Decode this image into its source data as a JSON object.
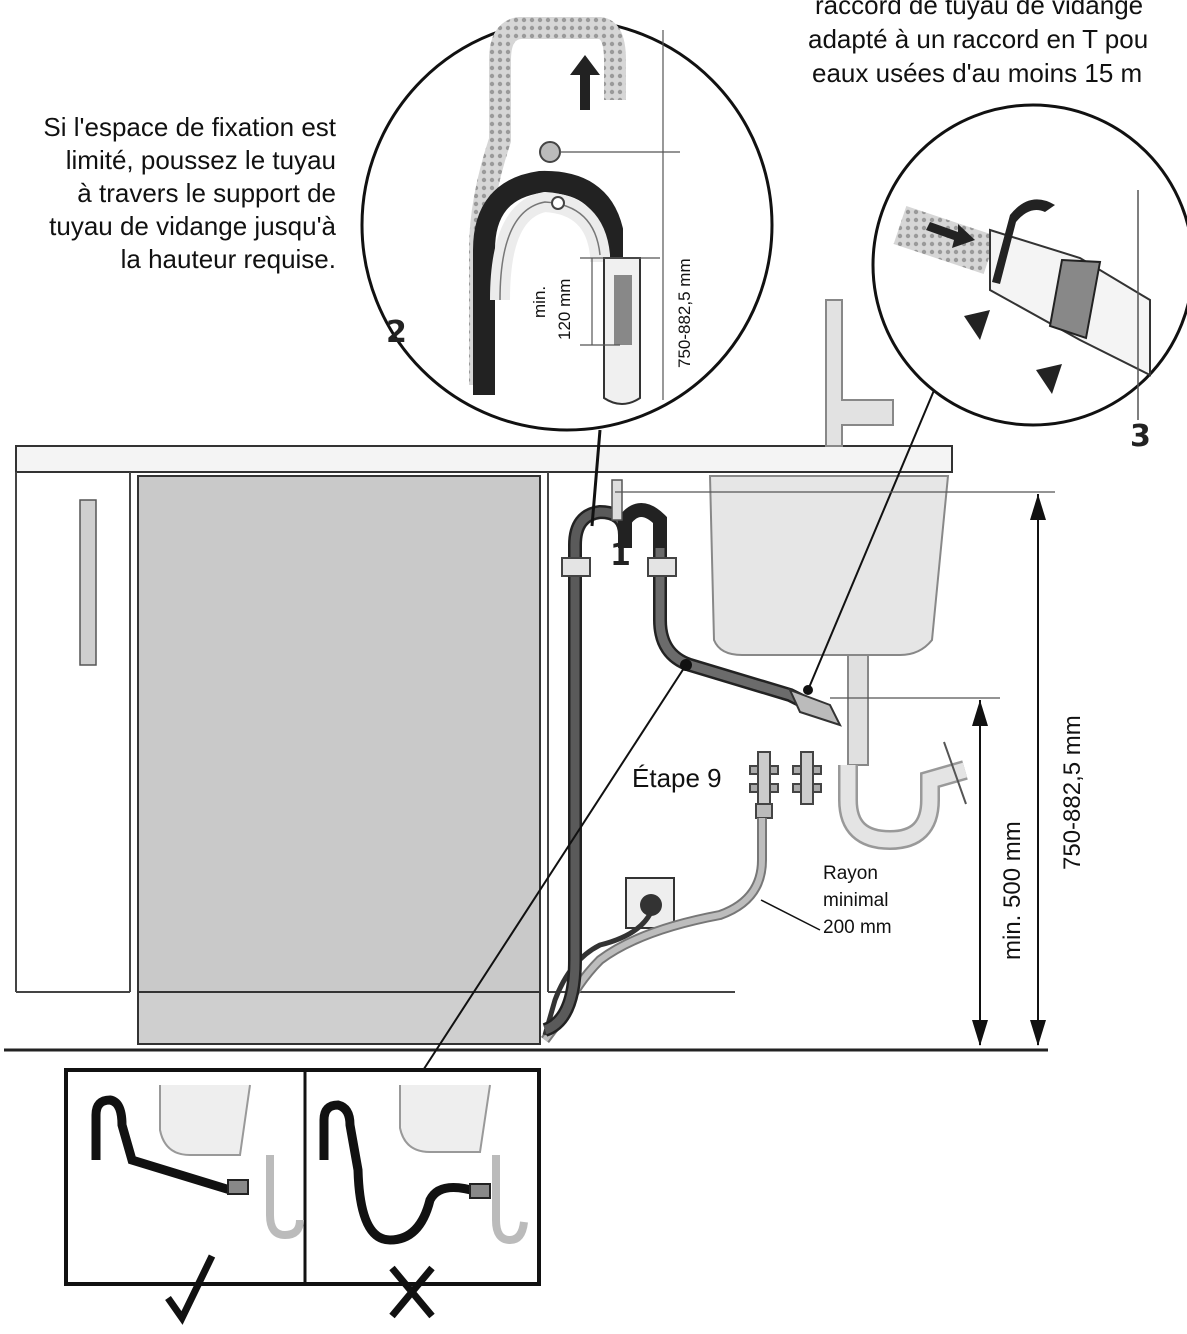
{
  "top_note": {
    "line1": "raccord de tuyau de vidange",
    "line2": "adapté à un raccord en T pou",
    "line3": "eaux usées d'au moins 15 m"
  },
  "left_note": {
    "line1": "Si l'espace de fixation est",
    "line2": "limité, poussez le tuyau",
    "line3": "à travers le support de",
    "line4": "tuyau de vidange jusqu'à",
    "line5": "la hauteur requise."
  },
  "detail_2": {
    "number": "2",
    "min_label": "min.",
    "min_value": "120 mm",
    "height": "750-882,5 mm"
  },
  "detail_3": {
    "number": "3"
  },
  "step_1": "1",
  "step_9": "Étape 9",
  "radius_note": {
    "line1": "Rayon",
    "line2": "minimal",
    "line3": "200 mm"
  },
  "dim_min_500": "min. 500 mm",
  "dim_total_height": "750-882,5 mm",
  "inset": {
    "correct_icon": "check-mark-icon",
    "wrong_icon": "cross-icon"
  }
}
